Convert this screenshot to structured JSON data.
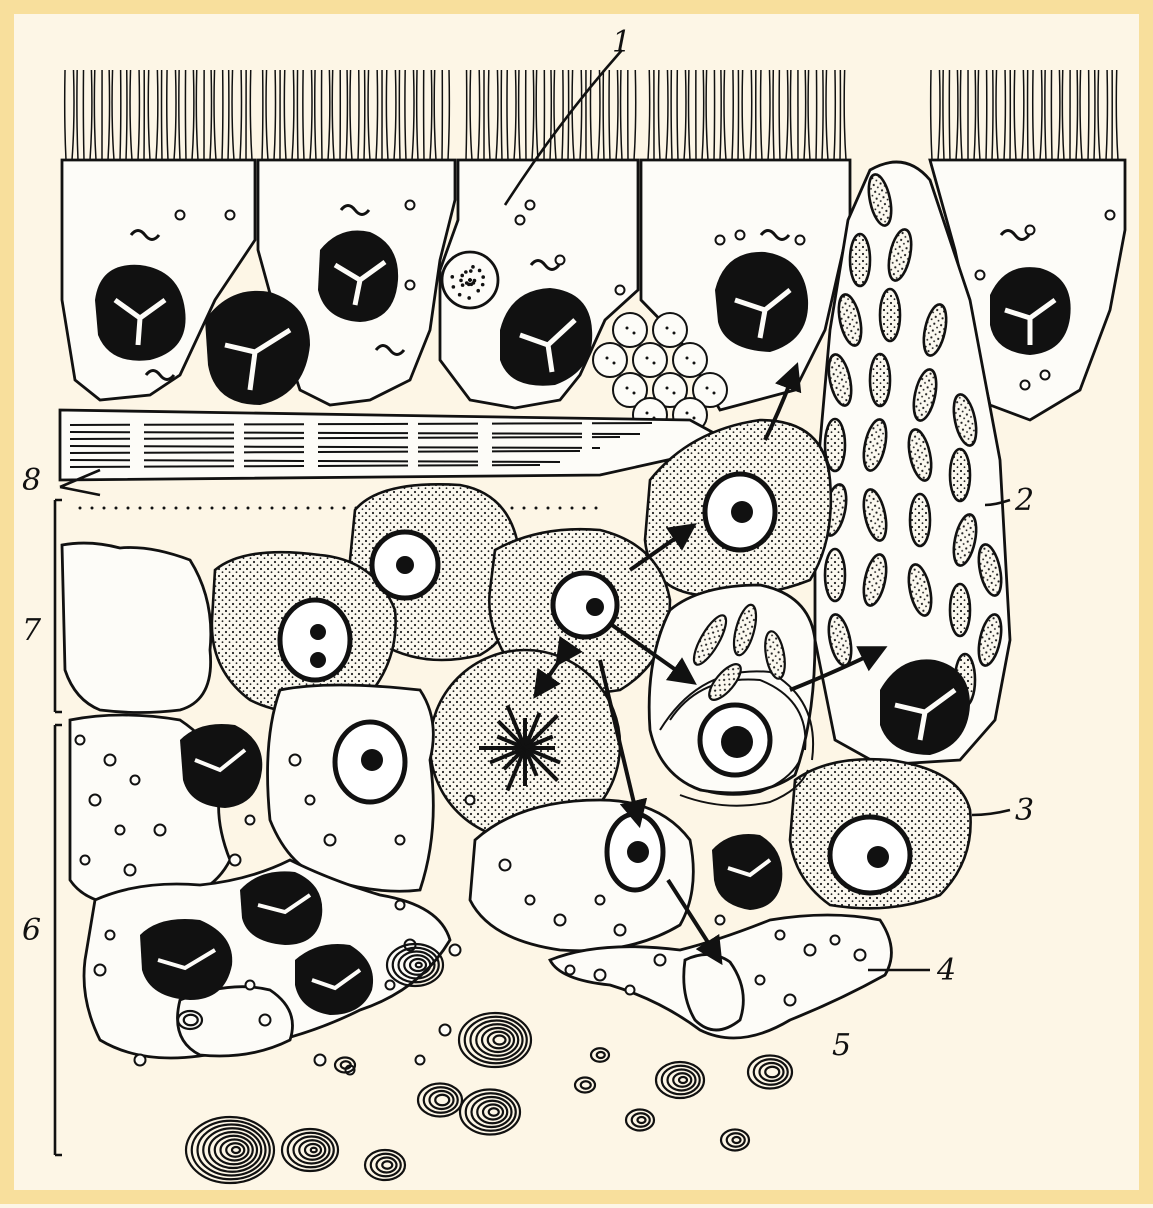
{
  "figure": {
    "labels": {
      "l1": "1",
      "l2": "2",
      "l3": "3",
      "l4": "4",
      "l5": "5",
      "l6": "6",
      "l7": "7",
      "l8": "8"
    }
  },
  "colors": {
    "background": "#fdf6e6",
    "frame": "#f8df9c",
    "ink": "#111111"
  },
  "icons": [
    "cilia",
    "ciliated-cell",
    "goblet-cell",
    "basal-cell",
    "mitotic-figure",
    "differentiation-arrow",
    "keratin-whorl"
  ]
}
